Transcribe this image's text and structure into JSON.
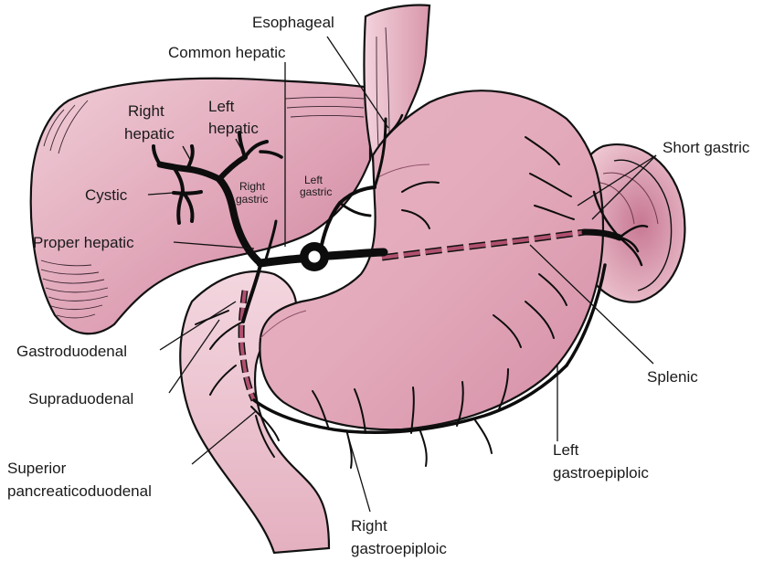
{
  "labels": {
    "esophageal": "Esophageal",
    "common_hepatic": "Common hepatic",
    "right_hepatic_1": "Right",
    "right_hepatic_2": "hepatic",
    "left_hepatic_1": "Left",
    "left_hepatic_2": "hepatic",
    "cystic": "Cystic",
    "right_gastric_1": "Right",
    "right_gastric_2": "gastric",
    "left_gastric_1": "Left",
    "left_gastric_2": "gastric",
    "proper_hepatic": "Proper hepatic",
    "short_gastric": "Short gastric",
    "gastroduodenal": "Gastroduodenal",
    "supraduodenal": "Supraduodenal",
    "splenic": "Splenic",
    "superior_pancreaticoduodenal_1": "Superior",
    "superior_pancreaticoduodenal_2": "pancreaticoduodenal",
    "left_gastroepiploic_1": "Left",
    "left_gastroepiploic_2": "gastroepiploic",
    "right_gastroepiploic_1": "Right",
    "right_gastroepiploic_2": "gastroepiploic"
  },
  "colors": {
    "organ_fill": "#e3aabb",
    "organ_light": "#f0cdd7",
    "organ_dark": "#b86c86",
    "vessel": "#0d0d0d",
    "dashed_vessel": "#9a3f5f"
  }
}
